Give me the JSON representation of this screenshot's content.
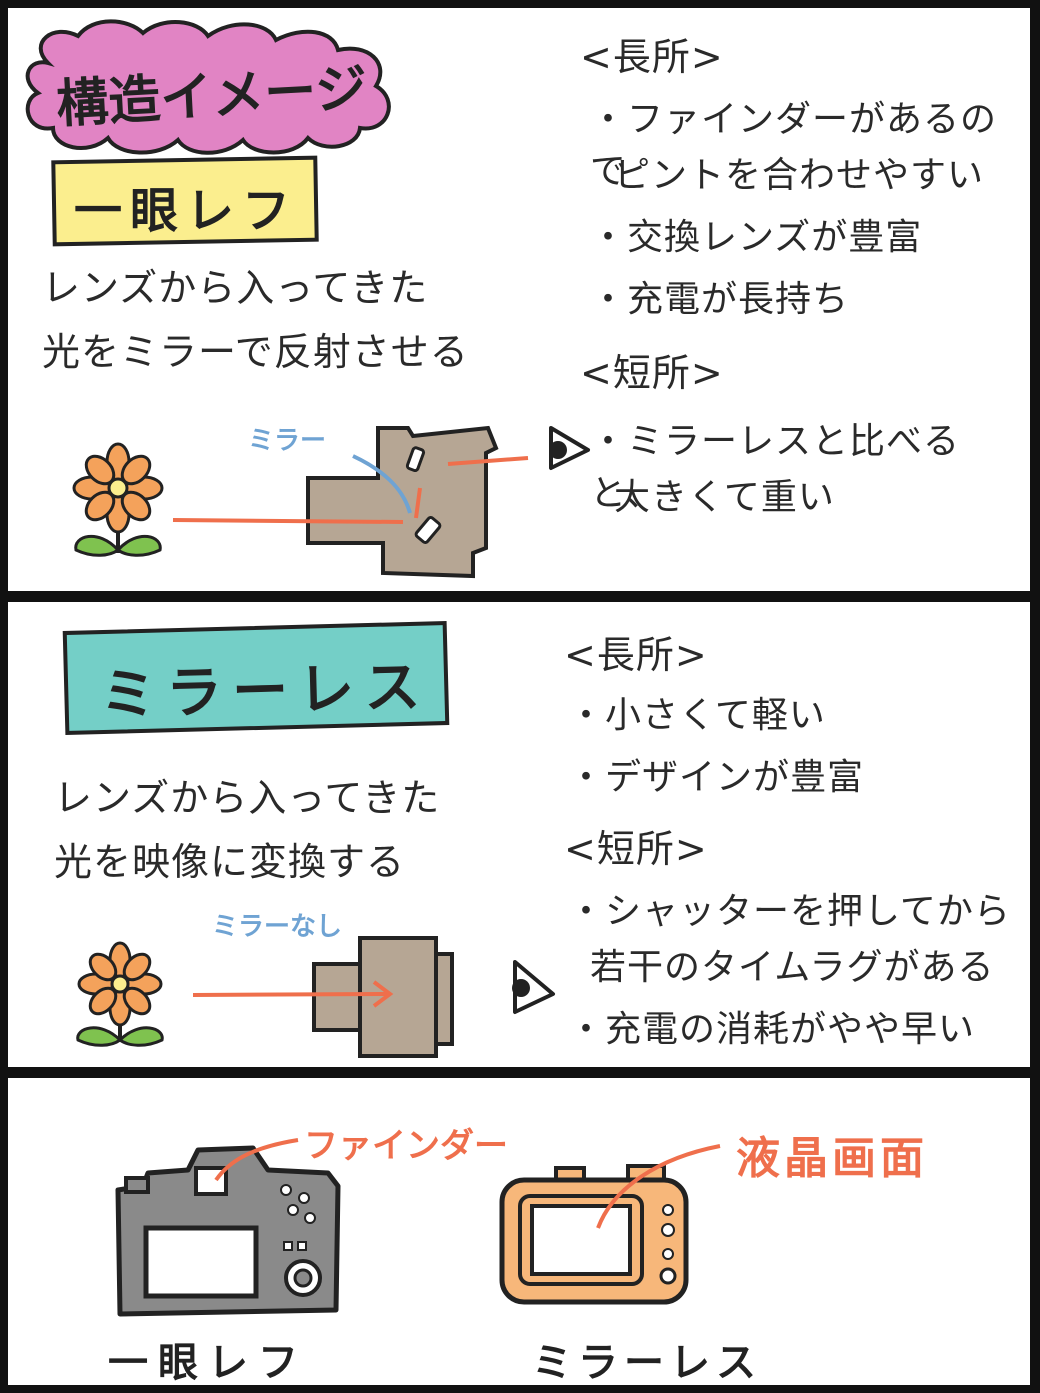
{
  "panel1": {
    "badge": "構造イメージ",
    "title": "一眼レフ",
    "desc": [
      "レンズから入ってきた",
      "光をミラーで反射させる"
    ],
    "mirror_label": "ミラー",
    "pros_heading": "<長所>",
    "pros": [
      "ファインダーがあるので",
      "ピントを合わせやすい",
      "交換レンズが豊富",
      "充電が長持ち"
    ],
    "cons_heading": "<短所>",
    "cons": [
      "ミラーレスと比べると、",
      "大きくて重い"
    ]
  },
  "panel2": {
    "title": "ミラーレス",
    "desc": [
      "レンズから入ってきた",
      "光を映像に変換する"
    ],
    "nomirror_label": "ミラーなし",
    "pros_heading": "<長所>",
    "pros": [
      "小さくて軽い",
      "デザインが豊富"
    ],
    "cons_heading": "<短所>",
    "cons": [
      "シャッターを押してから",
      "若干のタイムラグがある",
      "充電の消耗がやや早い"
    ]
  },
  "panel3": {
    "finder_label": "ファインダー",
    "lcd_label": "液晶画面",
    "dslr_caption": "一眼レフ",
    "mirrorless_caption": "ミラーレス"
  },
  "colors": {
    "pink": "#e184c4",
    "yellow": "#fbee8e",
    "teal": "#74cfc7",
    "brown": "#b6a694",
    "orange_line": "#ef6f4c",
    "blue_line": "#6fa3d3",
    "flower": "#f4a25b",
    "leaf": "#7fc24f",
    "gray_camera": "#8a8a8a",
    "orange_camera": "#f7b77a"
  }
}
